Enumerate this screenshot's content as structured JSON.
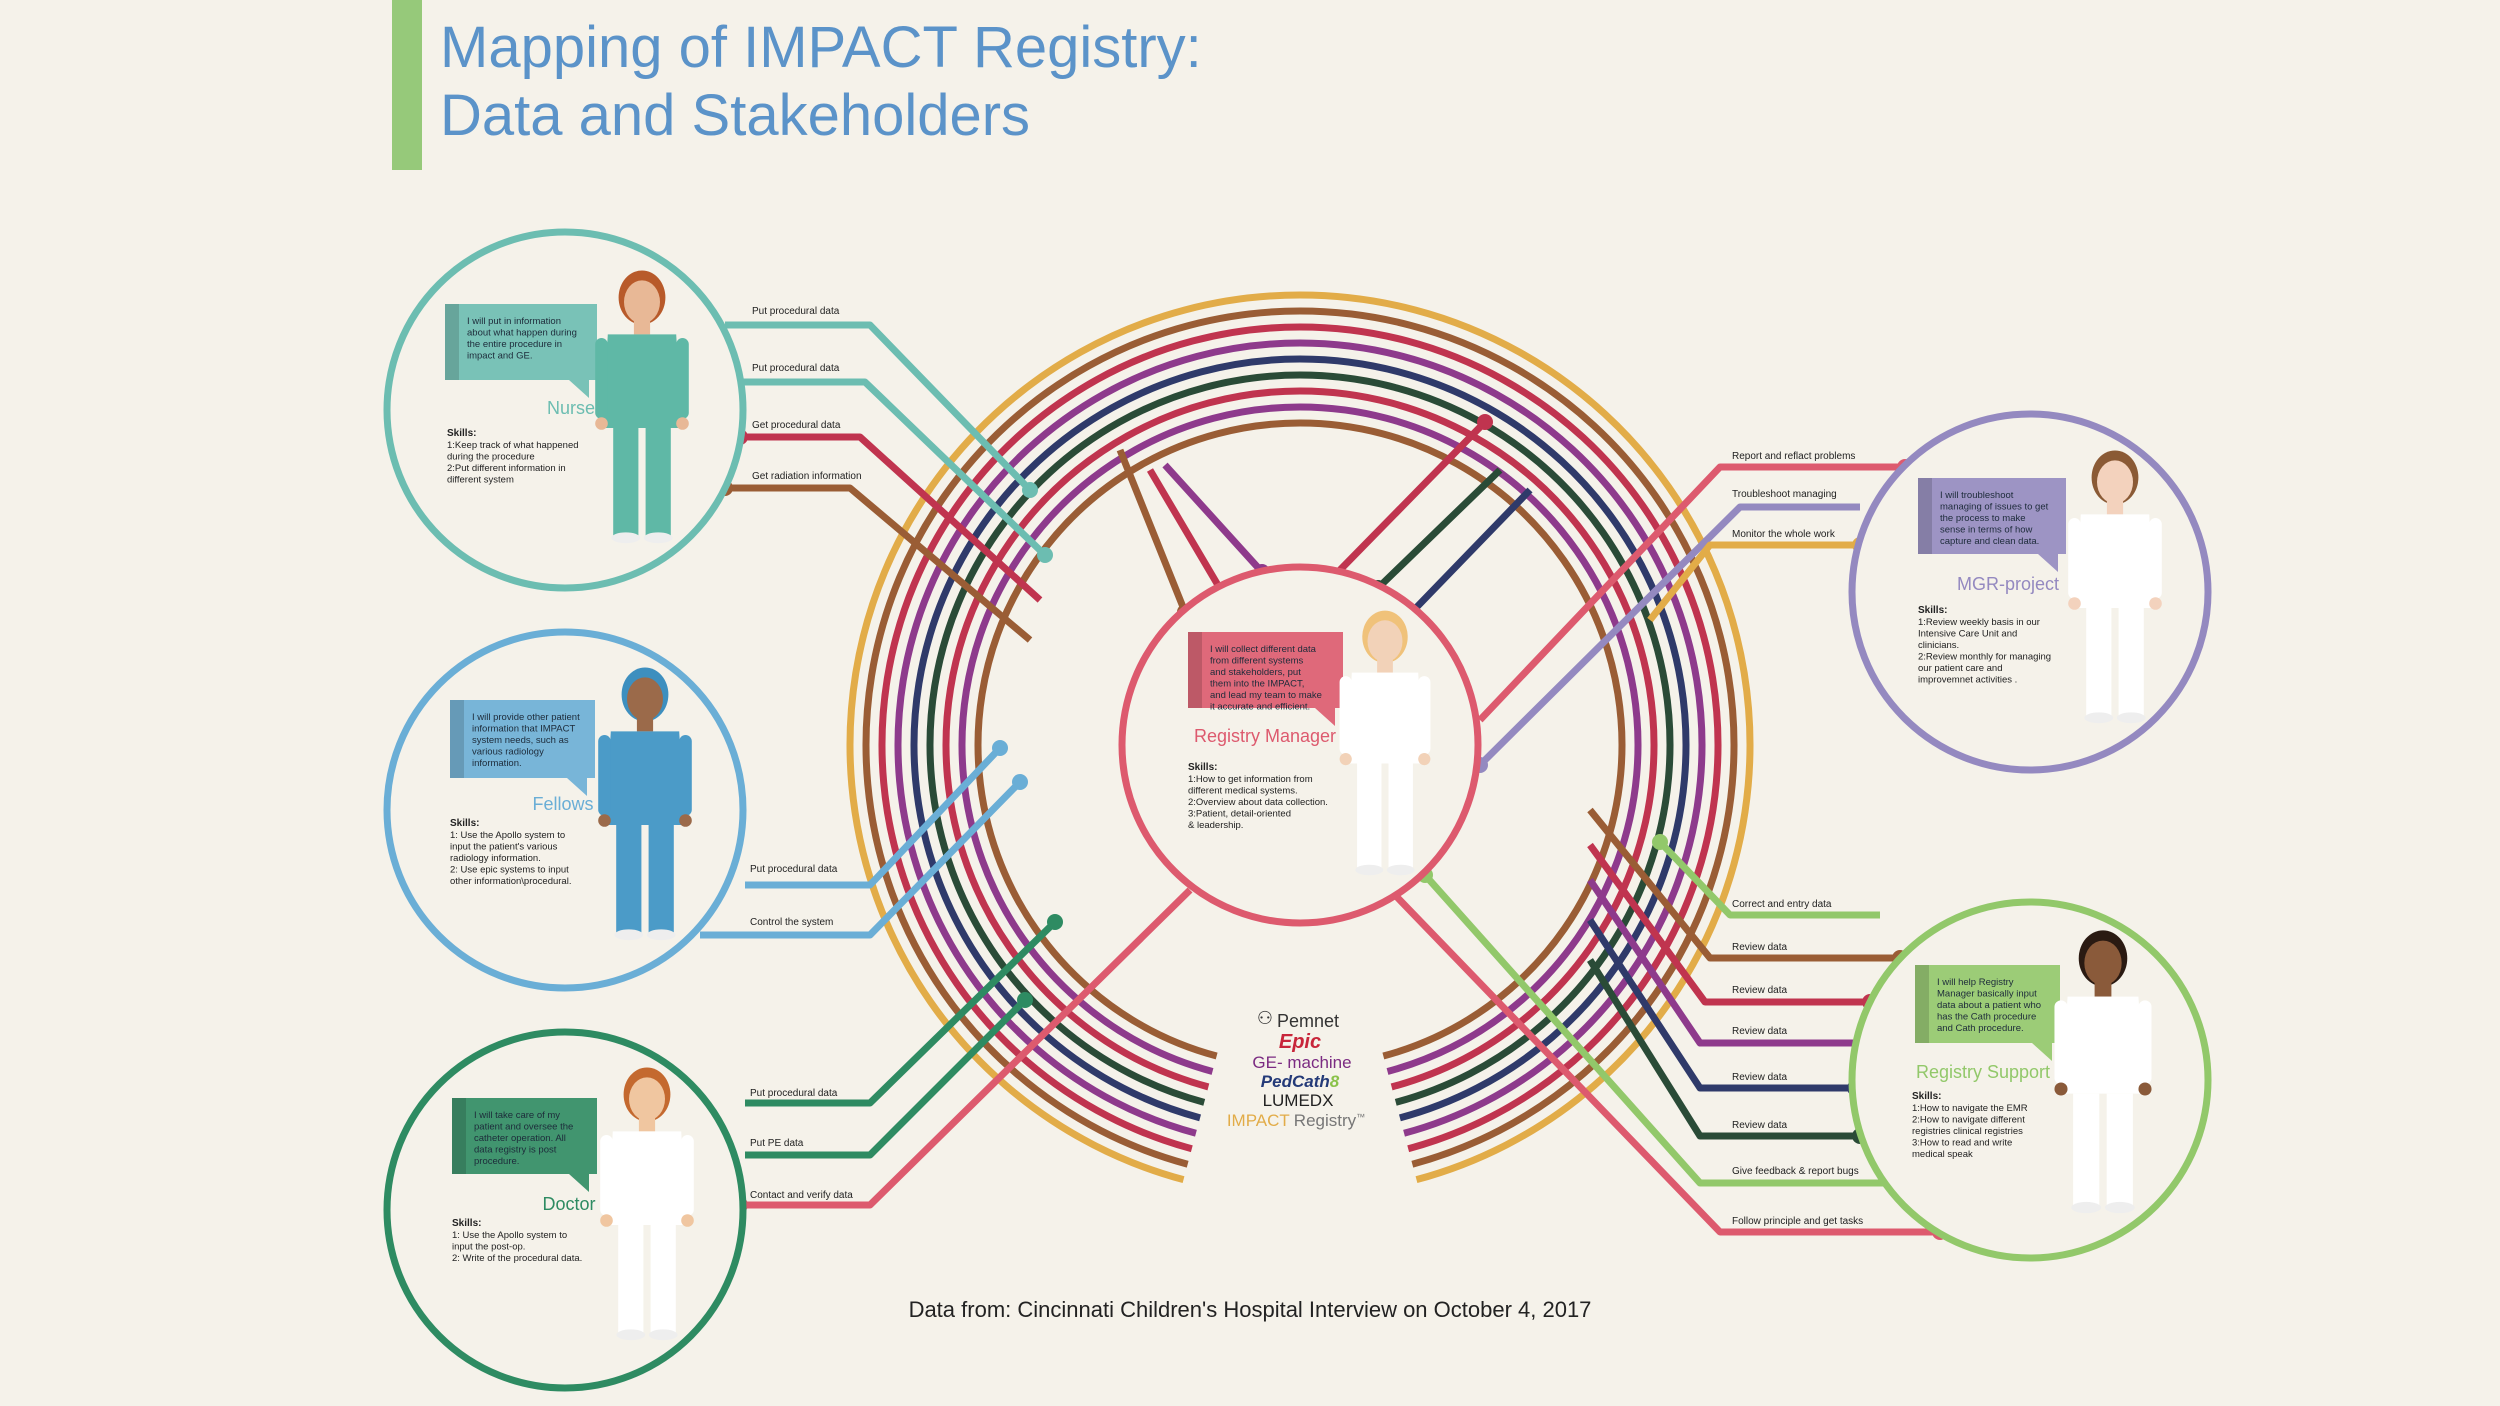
{
  "title": {
    "line1": "Mapping of IMPACT Registry:",
    "line2": "Data and Stakeholders"
  },
  "source": "Data from: Cincinnati Children's Hospital Interview on October 4, 2017",
  "skills_heading": "Skills:",
  "colors": {
    "nurse": "#6cbdb1",
    "fellows": "#6aaed6",
    "doctor": "#2e8b62",
    "manager": "#dd5a6e",
    "mgr_project": "#9489c0",
    "support": "#92c86a",
    "ring_gold": "#e2ac48",
    "ring_brown": "#9a5d35",
    "ring_crimson": "#c0344f",
    "ring_purple": "#8e3a8c",
    "ring_navy": "#2f3a6a",
    "ring_darkgreen": "#2a4b37"
  },
  "people": {
    "nurse": {
      "name": "Nurse",
      "bubble": [
        "I will put in information",
        "about what happen during",
        "the entire procedure in",
        "impact and GE."
      ],
      "skills": [
        "1:Keep track of what happened",
        "  during the procedure",
        "2:Put different information in",
        "  different system"
      ]
    },
    "fellows": {
      "name": "Fellows",
      "bubble": [
        "I will provide other patient",
        "information that IMPACT",
        "system needs, such as",
        "various radiology",
        "information."
      ],
      "skills": [
        "1: Use the Apollo system to",
        "  input the patient's various",
        "  radiology information.",
        "2: Use epic systems to input",
        "  other information\\procedural."
      ]
    },
    "doctor": {
      "name": "Doctor",
      "bubble": [
        "I will take care of my",
        "patient and oversee the",
        "catheter operation. All",
        "data registry is post",
        "procedure."
      ],
      "skills": [
        "1: Use the Apollo system to",
        "  input the post-op.",
        "2: Write of the procedural data."
      ]
    },
    "manager": {
      "name": "Registry Manager",
      "bubble": [
        "I will collect different data",
        "from different systems",
        "and stakeholders, put",
        "them into the IMPACT,",
        "and lead my team to make",
        "it  accurate and efficient."
      ],
      "skills": [
        "1:How to get information from",
        "  different medical systems.",
        "2:Overview about data collection.",
        "3:Patient, detail-oriented",
        "  & leadership."
      ]
    },
    "mgr_project": {
      "name": "MGR-project",
      "bubble": [
        "I will troubleshoot",
        "managing of issues to get",
        "the process to make",
        "sense in terms of how",
        "capture and clean data."
      ],
      "skills": [
        "1:Review weekly basis in our",
        "  Intensive Care Unit and",
        "  clinicians.",
        "2:Review monthly for managing",
        "  our patient care and",
        "  improvemnet activities ."
      ]
    },
    "support": {
      "name": "Registry Support",
      "bubble": [
        "I will help Registry",
        "Manager basically input",
        "data about a patient who",
        "has the Cath procedure",
        "and Cath procedure."
      ],
      "skills": [
        "1:How to navigate the EMR",
        "2:How to navigate different",
        "  registries clinical registries",
        "3:How to read and write",
        "  medical speak"
      ]
    }
  },
  "line_labels": {
    "nurse": [
      "Put procedural data",
      "Put procedural data",
      "Get procedural data",
      "Get radiation information"
    ],
    "fellows": [
      "Put procedural data",
      "Control  the system"
    ],
    "doctor": [
      "Put procedural data",
      "Put PE data",
      "Contact and verify data"
    ],
    "mgr_project": [
      "Report and reflact problems",
      "Troubleshoot managing",
      "Monitor the whole work"
    ],
    "support": [
      "Correct and entry data",
      "Review data",
      "Review data",
      "Review data",
      "Review data",
      "Review data",
      "Give feedback & report bugs",
      "Follow principle and get tasks"
    ]
  },
  "systems": {
    "pemnet": "Pemnet",
    "epic": "Epic",
    "ge": "GE- machine",
    "pedcath": "PedCath",
    "pedcath_version": "8",
    "lumedx": "LUMEDX",
    "impact": "IMPACT",
    "registry": "Registry",
    "tm": "™"
  }
}
